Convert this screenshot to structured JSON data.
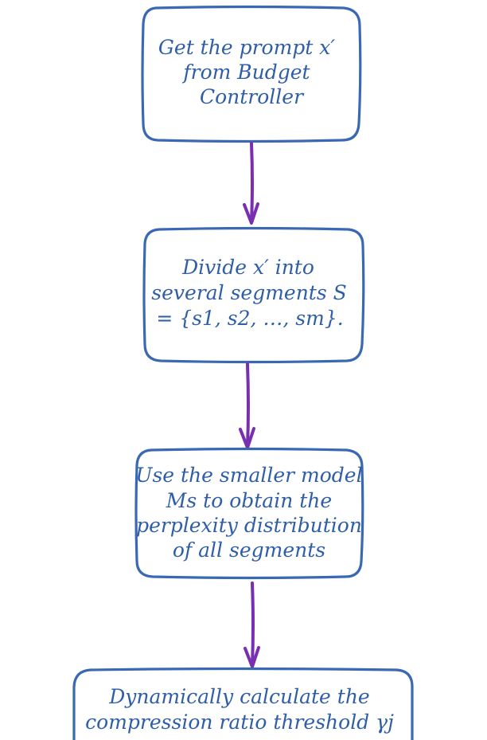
{
  "diagram": {
    "steps": [
      {
        "lines": [
          "Get the prompt x′",
          "from Budget",
          "Controller"
        ]
      },
      {
        "lines": [
          "Divide x′ into",
          "several segments S",
          "= {s1, s2, …, sm}."
        ]
      },
      {
        "lines": [
          "Use the smaller model",
          "Ms to obtain the",
          "perplexity distribution",
          "of all segments"
        ]
      },
      {
        "lines": [
          "Dynamically calculate the",
          "compression ratio threshold γj"
        ]
      }
    ],
    "colors": {
      "box_stroke": "#3a68b3",
      "text": "#2f5ea8",
      "arrow": "#7a2fb3",
      "background": "#ffffff"
    }
  }
}
